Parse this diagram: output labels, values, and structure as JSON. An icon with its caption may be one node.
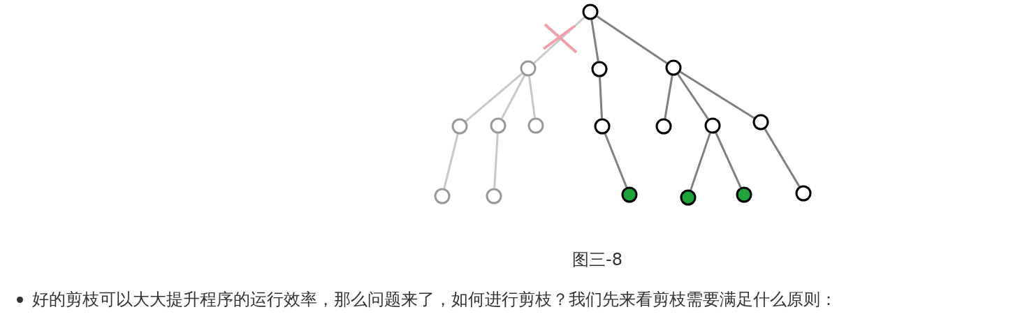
{
  "diagram": {
    "caption": "图三-8",
    "nodes": [
      {
        "text": [],
        "shape": "circle"
      },
      {
        "text": [],
        "shape": "circle"
      },
      {
        "text": [],
        "shape": "circle"
      },
      {
        "text": [],
        "shape": "circle"
      },
      {
        "text": [],
        "shape": "circle"
      },
      {
        "text": [],
        "shape": "circle"
      },
      {
        "text": [],
        "shape": "circle"
      },
      {
        "text": [],
        "shape": "circle"
      },
      {
        "text": [],
        "shape": "circle"
      },
      {
        "text": [],
        "shape": "circle"
      },
      {
        "text": [],
        "shape": "circle"
      },
      {
        "text": [],
        "shape": "circle"
      },
      {
        "text": [],
        "shape": "circle"
      },
      {
        "text": [],
        "shape": "circle"
      },
      {
        "text": [],
        "shape": "circle"
      },
      {
        "text": [],
        "shape": "circle"
      },
      {
        "text": [],
        "shape": "circle"
      }
    ],
    "edges": [
      {
        "from": 0,
        "to": 1,
        "arrow": "none",
        "color": "#c8c8c8"
      },
      {
        "from": 0,
        "to": 2,
        "arrow": "none"
      },
      {
        "from": 0,
        "to": 3,
        "arrow": "none"
      },
      {
        "from": 1,
        "to": 4,
        "arrow": "none",
        "color": "#c8c8c8"
      },
      {
        "from": 1,
        "to": 5,
        "arrow": "none",
        "color": "#c8c8c8"
      },
      {
        "from": 1,
        "to": 6,
        "arrow": "none",
        "color": "#c8c8c8"
      },
      {
        "from": 2,
        "to": 7,
        "arrow": "none"
      },
      {
        "from": 3,
        "to": 8,
        "arrow": "none"
      },
      {
        "from": 3,
        "to": 9,
        "arrow": "none"
      },
      {
        "from": 3,
        "to": 10,
        "arrow": "none"
      },
      {
        "from": 4,
        "to": 11,
        "arrow": "none",
        "color": "#c8c8c8"
      },
      {
        "from": 5,
        "to": 12,
        "arrow": "none",
        "color": "#c8c8c8"
      },
      {
        "from": 7,
        "to": 13,
        "arrow": "none"
      },
      {
        "from": 9,
        "to": 14,
        "arrow": "none"
      },
      {
        "from": 9,
        "to": 15,
        "arrow": "none"
      },
      {
        "from": 10,
        "to": 16,
        "arrow": "none"
      }
    ],
    "labels": [
      "好的剪枝可以大大提升程序的运行效率，那么问题来了，如何进行剪枝？我们先来看剪枝需要满足什么原则："
    ]
  }
}
